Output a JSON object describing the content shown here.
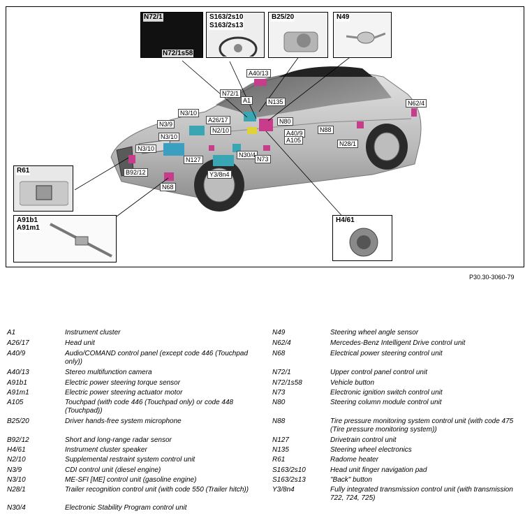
{
  "figure": {
    "reference_code": "P30.30-3060-79",
    "insets": {
      "n72": [
        "N72/1",
        "N72/1s58"
      ],
      "s163": [
        "S163/2s10",
        "S163/2s13"
      ],
      "b25": [
        "B25/20"
      ],
      "n49": [
        "N49"
      ],
      "r61": [
        "R61"
      ],
      "a91": [
        "A91b1",
        "A91m1"
      ],
      "h4": [
        "H4/61"
      ]
    },
    "callouts": {
      "a40_13": "A40/13",
      "n72_1": "N72/1",
      "a1": "A1",
      "n135": "N135",
      "n62_4": "N62/4",
      "n3_10a": "N3/10",
      "n3_9": "N3/9",
      "a26_17": "A26/17",
      "n2_10": "N2/10",
      "n80": "N80",
      "a40_9": "A40/9",
      "a105": "A105",
      "n88": "N88",
      "n28_1": "N28/1",
      "n3_10b": "N3/10",
      "n3_10c": "N3/10",
      "n127": "N127",
      "n30_4": "N30/4",
      "n73": "N73",
      "b92_12": "B92/12",
      "y3_8n4": "Y3/8n4",
      "n68": "N68"
    }
  },
  "legend_left": [
    {
      "code": "A1",
      "desc": "Instrument cluster"
    },
    {
      "code": "A26/17",
      "desc": "Head unit"
    },
    {
      "code": "A40/9",
      "desc": "Audio/COMAND control panel (except code 446 (Touchpad only))"
    },
    {
      "code": "A40/13",
      "desc": "Stereo multifunction camera"
    },
    {
      "code": "A91b1",
      "desc": "Electric power steering torque sensor"
    },
    {
      "code": "A91m1",
      "desc": "Electric power steering actuator motor"
    },
    {
      "code": "A105",
      "desc": "Touchpad (with code 446 (Touchpad only) or code 448 (Touchpad))"
    },
    {
      "code": "B25/20",
      "desc": "Driver hands-free system microphone"
    },
    {
      "code": "B92/12",
      "desc": "Short and long-range radar sensor"
    },
    {
      "code": "H4/61",
      "desc": "Instrument cluster speaker"
    },
    {
      "code": "N2/10",
      "desc": "Supplemental restraint system control unit"
    },
    {
      "code": "N3/9",
      "desc": "CDI control unit (diesel engine)"
    },
    {
      "code": "N3/10",
      "desc": "ME-SFI [ME] control unit (gasoline engine)"
    },
    {
      "code": "N28/1",
      "desc": "Trailer recognition control unit (with code 550 (Trailer hitch))"
    },
    {
      "code": "N30/4",
      "desc": "Electronic Stability Program control unit"
    }
  ],
  "legend_right": [
    {
      "code": "N49",
      "desc": "Steering wheel angle sensor"
    },
    {
      "code": "N62/4",
      "desc": "Mercedes-Benz Intelligent Drive control unit"
    },
    {
      "code": "N68",
      "desc": "Electrical power steering control unit"
    },
    {
      "code": "N72/1",
      "desc": "Upper control panel control unit"
    },
    {
      "code": "N72/1s58",
      "desc": "Vehicle button"
    },
    {
      "code": "N73",
      "desc": "Electronic ignition switch control unit"
    },
    {
      "code": "N80",
      "desc": "Steering column module control unit"
    },
    {
      "code": "N88",
      "desc": "Tire pressure monitoring system control unit (with code 475 (Tire pressure monitoring system))"
    },
    {
      "code": "N127",
      "desc": "Drivetrain control unit"
    },
    {
      "code": "N135",
      "desc": "Steering wheel electronics"
    },
    {
      "code": "R61",
      "desc": "Radome heater"
    },
    {
      "code": "S163/2s10",
      "desc": "Head unit finger navigation pad"
    },
    {
      "code": "S163/2s13",
      "desc": "\"Back\" button"
    },
    {
      "code": "Y3/8n4",
      "desc": "Fully integrated transmission control unit (with transmission 722, 724, 725)"
    }
  ]
}
